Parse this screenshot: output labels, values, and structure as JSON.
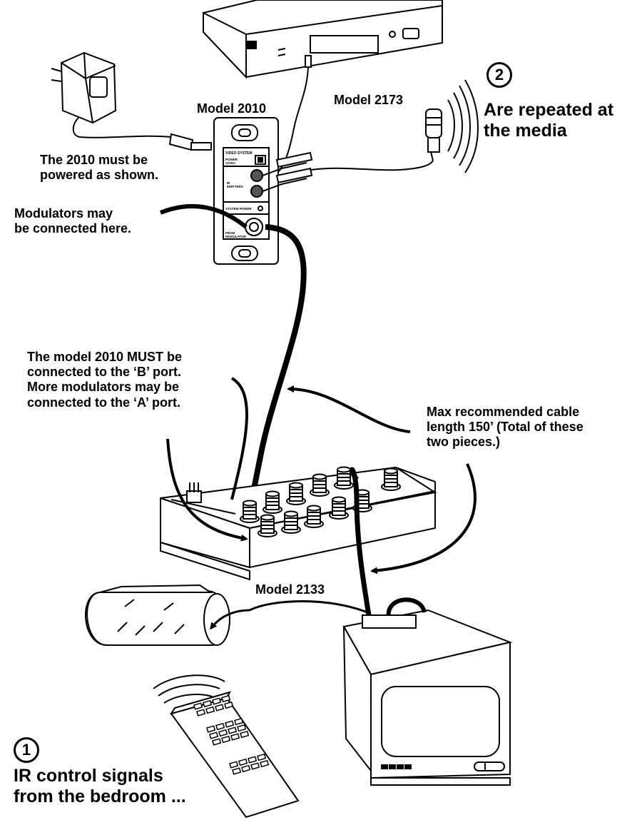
{
  "labels": {
    "model_2010": "Model 2010",
    "model_2173": "Model 2173",
    "model_2133": "Model 2133",
    "power_note": "The 2010 must be\npowered as shown.",
    "modulators_note": "Modulators may\nbe connected here.",
    "b_port_note": "The model 2010 MUST be\nconnected to the ‘B’ port.\nMore modulators may be\nconnected to the ‘A’ port.",
    "cable_length_note": "Max recommended cable\nlength 150’ (Total of these\ntwo pieces.)"
  },
  "steps": [
    {
      "number": "1",
      "text": "IR control signals\nfrom the bedroom ..."
    },
    {
      "number": "2",
      "text": "Are repeated at\nthe media"
    }
  ],
  "wallplate": {
    "title": "VIDEO SYSTEM",
    "power_label": "POWER\n12VDC",
    "ir_label": "IR\nEMITTERS",
    "system_power_label": "SYSTEM POWER",
    "from_modulator_label": "FROM\nMODULATOR"
  },
  "colors": {
    "line": "#000000",
    "background": "#ffffff"
  }
}
